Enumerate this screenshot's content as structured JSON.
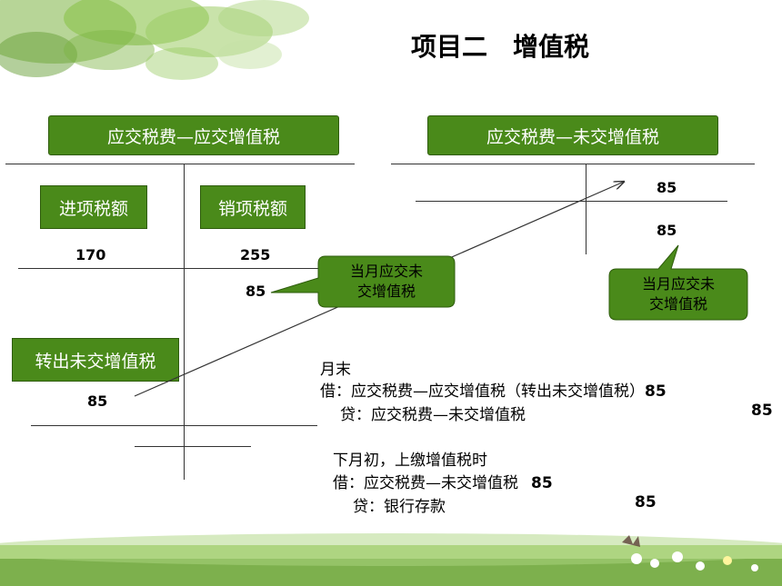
{
  "slide": {
    "title": "项目二　增值税",
    "left_account": {
      "header": "应交税费—应交增值税",
      "debit_label": "进项税额",
      "credit_label": "销项税额",
      "debit_value": "170",
      "credit_value": "255",
      "credit_balance": "85",
      "transfer_label": "转出未交增值税",
      "transfer_value": "85"
    },
    "right_account": {
      "header": "应交税费—未交增值税",
      "credit_value": "85",
      "credit_balance": "85"
    },
    "callout_left": {
      "line1": "当月应交未",
      "line2": "交增值税"
    },
    "callout_right": {
      "line1": "当月应交未",
      "line2": "交增值税"
    },
    "entry_month_end": {
      "heading": "月末",
      "debit_line": "借：应交税费—应交增值税（转出未交增值税）",
      "debit_amount": "85",
      "credit_line": "贷：应交税费—未交增值税",
      "credit_amount": "85"
    },
    "entry_next_month": {
      "heading": "下月初，上缴增值税时",
      "debit_line": "借：应交税费—未交增值税",
      "debit_amount": "85",
      "credit_line": "贷：银行存款",
      "credit_amount": "85"
    }
  }
}
